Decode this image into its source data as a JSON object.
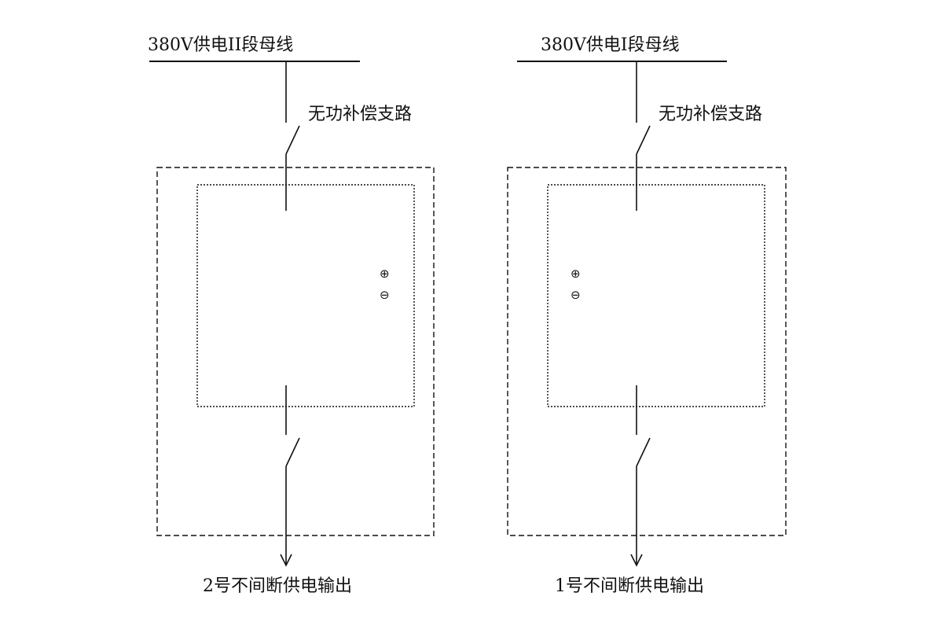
{
  "diagram": {
    "right_unit": {
      "bus_label": "380V供电II段母线",
      "branch_label": "无功补偿支路",
      "output_label": "2号不间断供电输出",
      "terminal_positive": "⊕",
      "terminal_negative": "⊖"
    },
    "left_unit": {
      "bus_label": "380V供电I段母线",
      "branch_label": "无功补偿支路",
      "output_label": "1号不间断供电输出",
      "terminal_positive": "⊕",
      "terminal_negative": "⊖"
    },
    "colors": {
      "line": "#111111",
      "background": "#ffffff"
    }
  }
}
